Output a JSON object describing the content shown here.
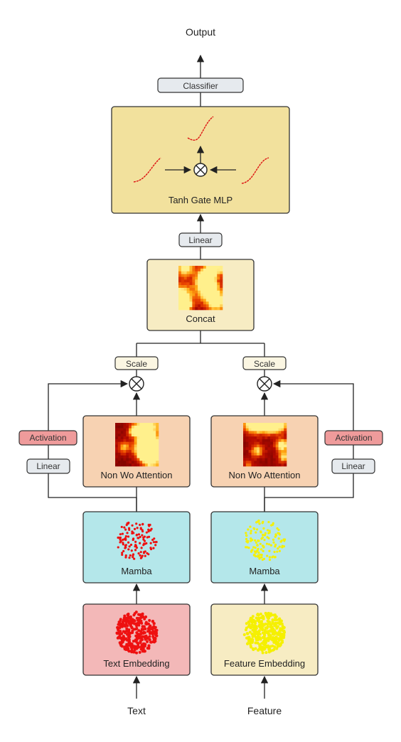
{
  "labels": {
    "output": "Output",
    "classifier": "Classifier",
    "tanh_gate_mlp": "Tanh Gate MLP",
    "linear_top": "Linear",
    "concat": "Concat",
    "scale_left": "Scale",
    "scale_right": "Scale",
    "activation_left": "Activation",
    "activation_right": "Activation",
    "linear_left": "Linear",
    "linear_right": "Linear",
    "attention_left": "Non Wo Attention",
    "attention_right": "Non Wo Attention",
    "mamba_left": "Mamba",
    "mamba_right": "Mamba",
    "text_embedding": "Text Embedding",
    "feature_embedding": "Feature Embedding",
    "text_input": "Text",
    "feature_input": "Feature"
  },
  "colors": {
    "gate_fill": "#f2e19d",
    "concat_fill": "#f7ecc3",
    "attention_fill": "#f7d2b2",
    "mamba_fill": "#b4e7ea",
    "text_embedding_fill": "#f3b8b8",
    "feature_embedding_fill": "#f7ecc3",
    "pill_fill": "#e6eaee",
    "activation_fill": "#ef9b9b",
    "scale_fill": "#fbf6e2",
    "text_dots": "#ee1111",
    "feature_dots": "#f5f000",
    "curve": "#dd1111"
  }
}
